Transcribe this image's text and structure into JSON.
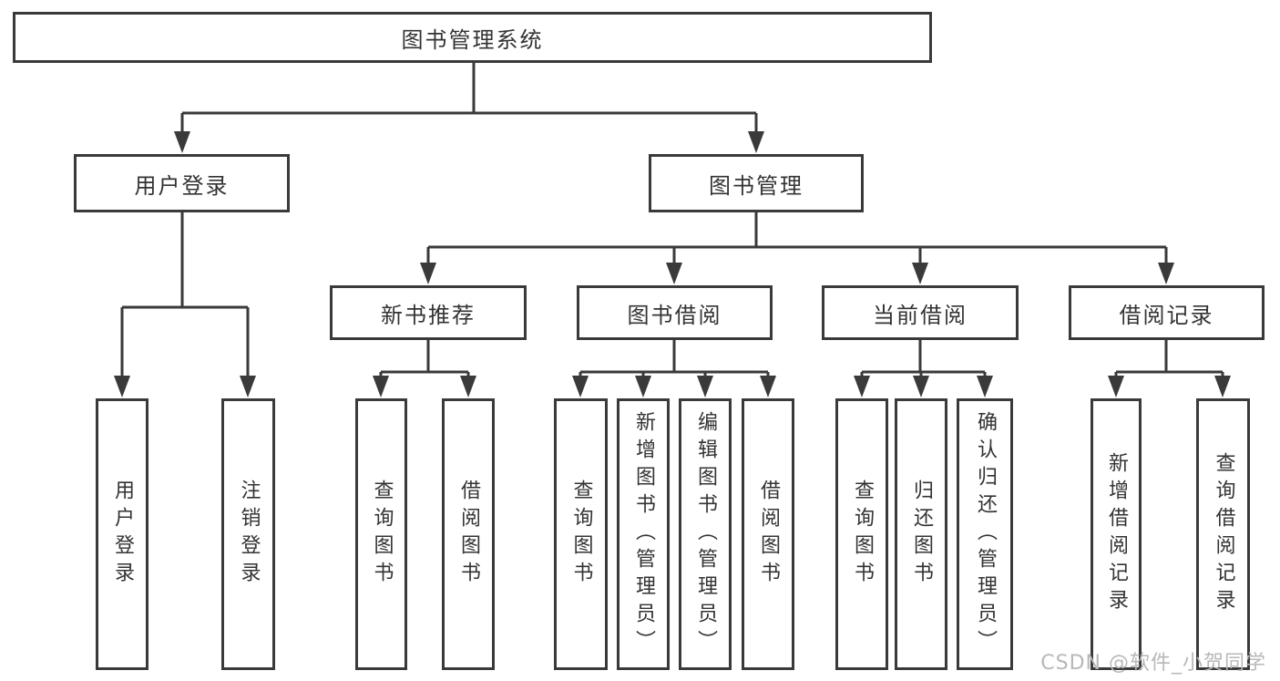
{
  "diagram": {
    "title_node": "图书管理系统",
    "level2": {
      "user_login": "用户登录",
      "book_management": "图书管理"
    },
    "level3": {
      "new_book_recommend": "新书推荐",
      "book_borrowing": "图书借阅",
      "current_borrowing": "当前借阅",
      "borrowing_records": "借阅记录"
    },
    "leaves": {
      "user_login": "用户登录",
      "logout": "注销登录",
      "nb_query_books": "查询图书",
      "nb_borrow_books": "借阅图书",
      "bb_query_books": "查询图书",
      "bb_add_books": "新增图书（管理员）",
      "bb_edit_books": "编辑图书（管理员）",
      "bb_borrow_books": "借阅图书",
      "cb_query_books": "查询图书",
      "cb_return_books": "归还图书",
      "cb_confirm_return": "确认归还（管理员）",
      "br_add_record": "新增借阅记录",
      "br_query_record": "查询借阅记录"
    }
  },
  "watermark": "CSDN @软件_小贺同学",
  "colors": {
    "line": "#3a3a3a",
    "text": "#333333",
    "watermark": "#b8b8b8",
    "background": "#ffffff"
  }
}
